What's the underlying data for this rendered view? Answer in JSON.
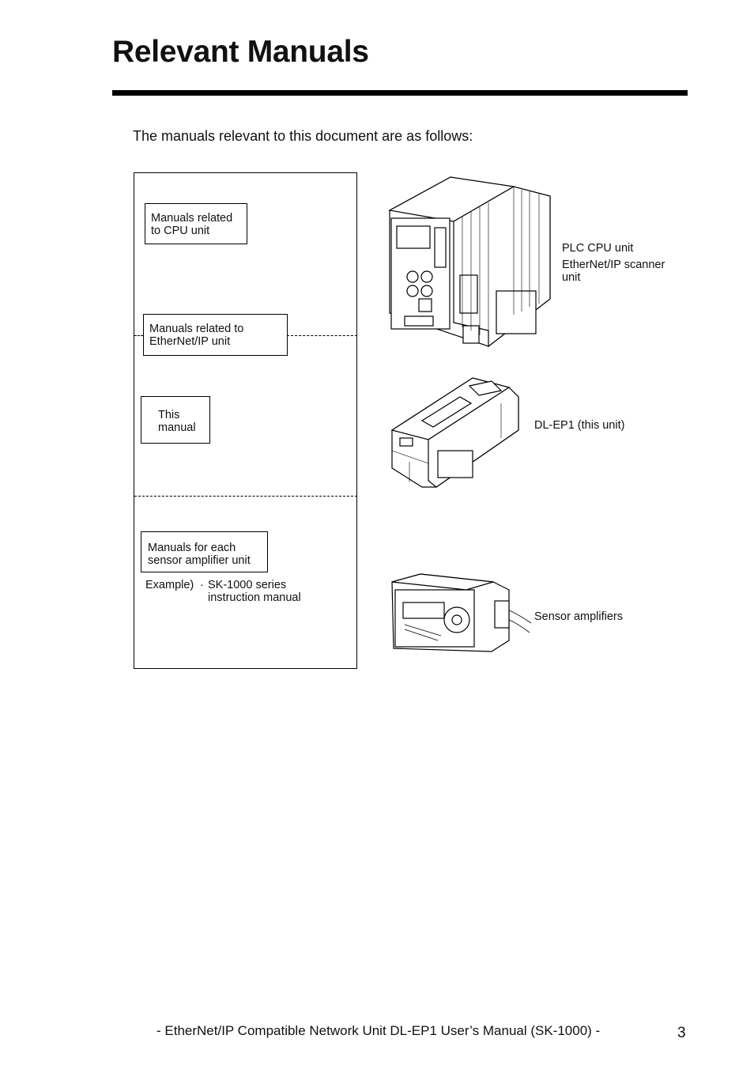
{
  "page": {
    "title": "Relevant Manuals",
    "intro": "The manuals relevant to this document are as follows:"
  },
  "diagram": {
    "boxes": [
      {
        "line1": "Manuals related",
        "line2": "to CPU unit"
      },
      {
        "line1": "Manuals related to",
        "line2": "EtherNet/IP unit"
      },
      {
        "line1": "This",
        "line2": "manual"
      },
      {
        "line1": "Manuals for each",
        "line2": "sensor amplifier unit"
      }
    ],
    "example": {
      "prefix": "Example)",
      "bullet": "·",
      "line1": "SK-1000 series",
      "line2": "instruction manual"
    },
    "device_labels": {
      "plc": "PLC CPU unit",
      "scanner_line1": "EtherNet/IP scanner",
      "scanner_line2": "unit",
      "dlep1": "DL-EP1 (this unit)",
      "sensor": "Sensor amplifiers"
    }
  },
  "footer": {
    "text": "- EtherNet/IP Compatible Network Unit DL-EP1 User’s Manual (SK-1000) -",
    "page_number": "3"
  }
}
